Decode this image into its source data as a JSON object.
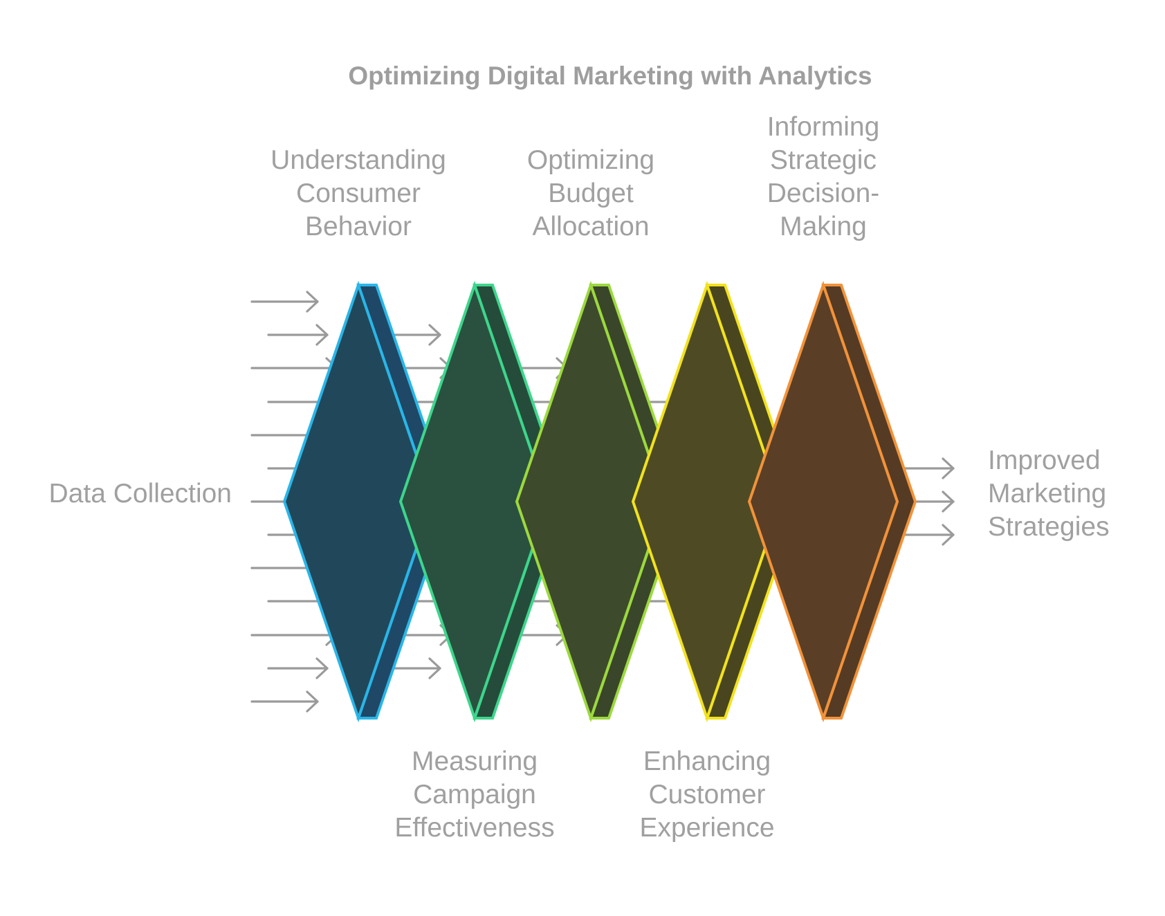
{
  "title": "Optimizing Digital Marketing with Analytics",
  "input_label": "Data Collection",
  "output_label": [
    "Improved",
    "Marketing",
    "Strategies"
  ],
  "stages": [
    {
      "lines": [
        "Understanding",
        "Consumer",
        "Behavior"
      ],
      "label_position": "top",
      "stroke": "#29B6E8",
      "face": "#21485A",
      "side": "#1F4866"
    },
    {
      "lines": [
        "Measuring",
        "Campaign",
        "Effectiveness"
      ],
      "label_position": "bottom",
      "stroke": "#3DD68C",
      "face": "#2A513F",
      "side": "#254C3A"
    },
    {
      "lines": [
        "Optimizing",
        "Budget",
        "Allocation"
      ],
      "label_position": "top",
      "stroke": "#9CD93E",
      "face": "#3D4B2C",
      "side": "#3A4629"
    },
    {
      "lines": [
        "Enhancing",
        "Customer",
        "Experience"
      ],
      "label_position": "bottom",
      "stroke": "#F2E21C",
      "face": "#4E4B24",
      "side": "#49461F"
    },
    {
      "lines": [
        "Informing",
        "Strategic",
        "Decision-",
        "Making"
      ],
      "label_position": "top",
      "stroke": "#F2923A",
      "face": "#5A3F26",
      "side": "#553B23"
    }
  ]
}
